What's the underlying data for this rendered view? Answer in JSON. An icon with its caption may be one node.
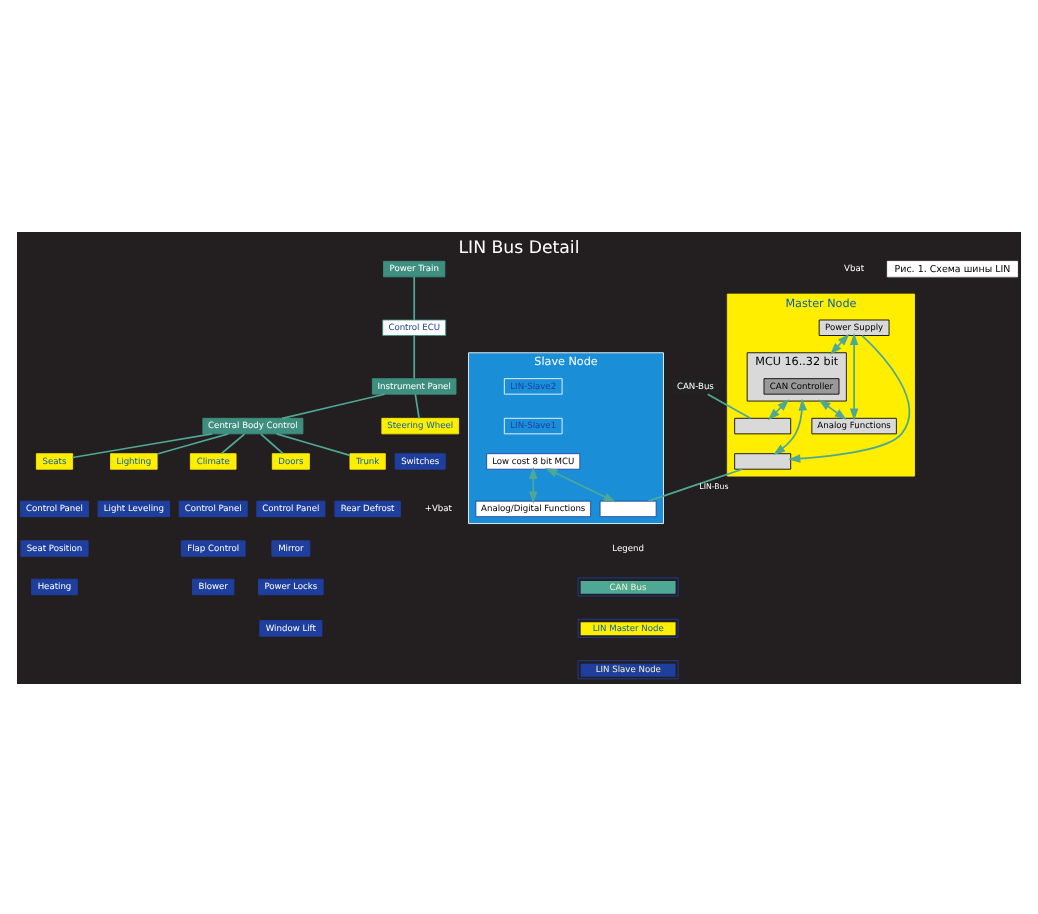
{
  "diagram": {
    "title": "LIN Bus Detail",
    "caption": "Рис. 1. Схема шины LIN",
    "nodes": [
      {
        "text": [
          "Power Train"
        ]
      },
      {
        "text": [
          "Control ECU"
        ]
      },
      {
        "text": [
          "Instrument Panel"
        ]
      },
      {
        "text": [
          "Central Body Control"
        ]
      },
      {
        "text": [
          "Steering Wheel"
        ]
      },
      {
        "text": [
          "Switches"
        ]
      },
      {
        "text": [
          "Seats"
        ]
      },
      {
        "text": [
          "Control Panel"
        ]
      },
      {
        "text": [
          "Seat Position"
        ]
      },
      {
        "text": [
          "Heating"
        ]
      },
      {
        "text": [
          "Lighting"
        ]
      },
      {
        "text": [
          "Light Leveling"
        ]
      },
      {
        "text": [
          "Climate"
        ]
      },
      {
        "text": [
          "Control Panel"
        ]
      },
      {
        "text": [
          "Flap Control"
        ]
      },
      {
        "text": [
          "Blower"
        ]
      },
      {
        "text": [
          "Doors"
        ]
      },
      {
        "text": [
          "Control Panel"
        ]
      },
      {
        "text": [
          "Mirror"
        ]
      },
      {
        "text": [
          "Power Locks"
        ]
      },
      {
        "text": [
          "Window Lift"
        ]
      },
      {
        "text": [
          "Trunk"
        ]
      },
      {
        "text": [
          "Rear Defrost"
        ]
      },
      {
        "text": [
          "Master Node"
        ]
      },
      {
        "text": [
          "Power Supply"
        ],
        "in": 23
      },
      {
        "text": [
          "MCU 16..32 bit"
        ],
        "in": 23
      },
      {
        "text": [
          "CAN Controller"
        ],
        "in": 25
      },
      {
        "text": [
          "Analog Functions"
        ],
        "in": 23
      },
      {
        "text": [],
        "shape": "box",
        "in": 23
      },
      {
        "text": [],
        "shape": "box",
        "in": 23
      },
      {
        "text": [
          "Slave Node"
        ]
      },
      {
        "text": [
          "LIN-Slave2"
        ],
        "in": 30
      },
      {
        "text": [
          "LIN-Slave1"
        ],
        "in": 30
      },
      {
        "text": [
          "Low cost 8 bit MCU"
        ],
        "in": 30
      },
      {
        "text": [
          "Analog/Digital Functions"
        ],
        "in": 30
      },
      {
        "text": [],
        "shape": "box",
        "in": 30
      },
      {
        "text": [
          "CAN-Bus"
        ]
      }
    ],
    "edges": [
      {
        "from": 0,
        "to": 1,
        "arrow": "none"
      },
      {
        "from": 1,
        "to": 2,
        "arrow": "none"
      },
      {
        "from": 2,
        "to": 3,
        "arrow": "none"
      },
      {
        "from": 2,
        "to": 4,
        "arrow": "none"
      },
      {
        "from": 3,
        "to": 6,
        "arrow": "none"
      },
      {
        "from": 3,
        "to": 10,
        "arrow": "none"
      },
      {
        "from": 3,
        "to": 12,
        "arrow": "none"
      },
      {
        "from": 3,
        "to": 21,
        "arrow": "none"
      },
      {
        "from": 3,
        "to": 16,
        "arrow": "none"
      },
      {
        "from": 24,
        "to": 25,
        "arrow": "both"
      },
      {
        "from": 24,
        "to": 27,
        "arrow": "both"
      },
      {
        "from": 25,
        "to": 27,
        "arrow": "both"
      },
      {
        "from": 25,
        "to": 28,
        "arrow": "both"
      },
      {
        "from": 25,
        "to": 29,
        "arrow": "both"
      },
      {
        "from": 24,
        "to": 29,
        "arrow": "to"
      },
      {
        "from": 36,
        "to": 28,
        "arrow": "none"
      },
      {
        "from": 29,
        "to": 35,
        "arrow": "none",
        "label": "LIN-Bus"
      },
      {
        "from": 33,
        "to": 34,
        "arrow": "both"
      },
      {
        "from": 33,
        "to": 35,
        "arrow": "both"
      }
    ],
    "labels": [
      "Vbat",
      "+Vbat",
      "Legend"
    ],
    "legend": [
      {
        "text": "CAN Bus",
        "color": "#4fa896"
      },
      {
        "text": "LIN Master Node",
        "color": "#ffee00"
      },
      {
        "text": "LIN Slave Node",
        "color": "#1f3f9f"
      }
    ]
  }
}
